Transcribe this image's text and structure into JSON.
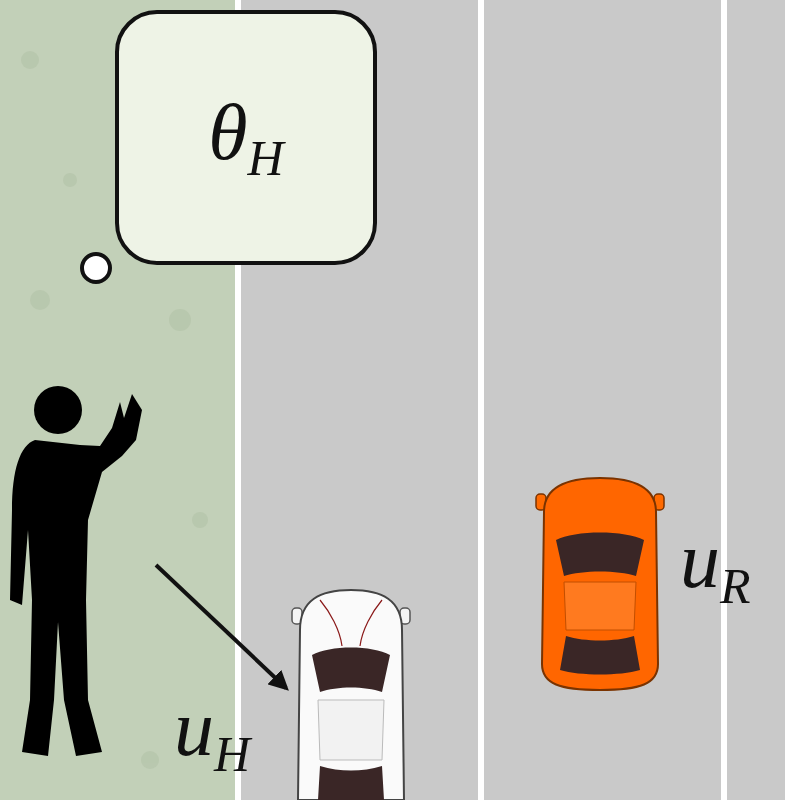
{
  "diagram": {
    "nodes": [
      {
        "text": [
          "θH"
        ]
      }
    ],
    "labels": [
      "uH",
      "uR"
    ]
  }
}
